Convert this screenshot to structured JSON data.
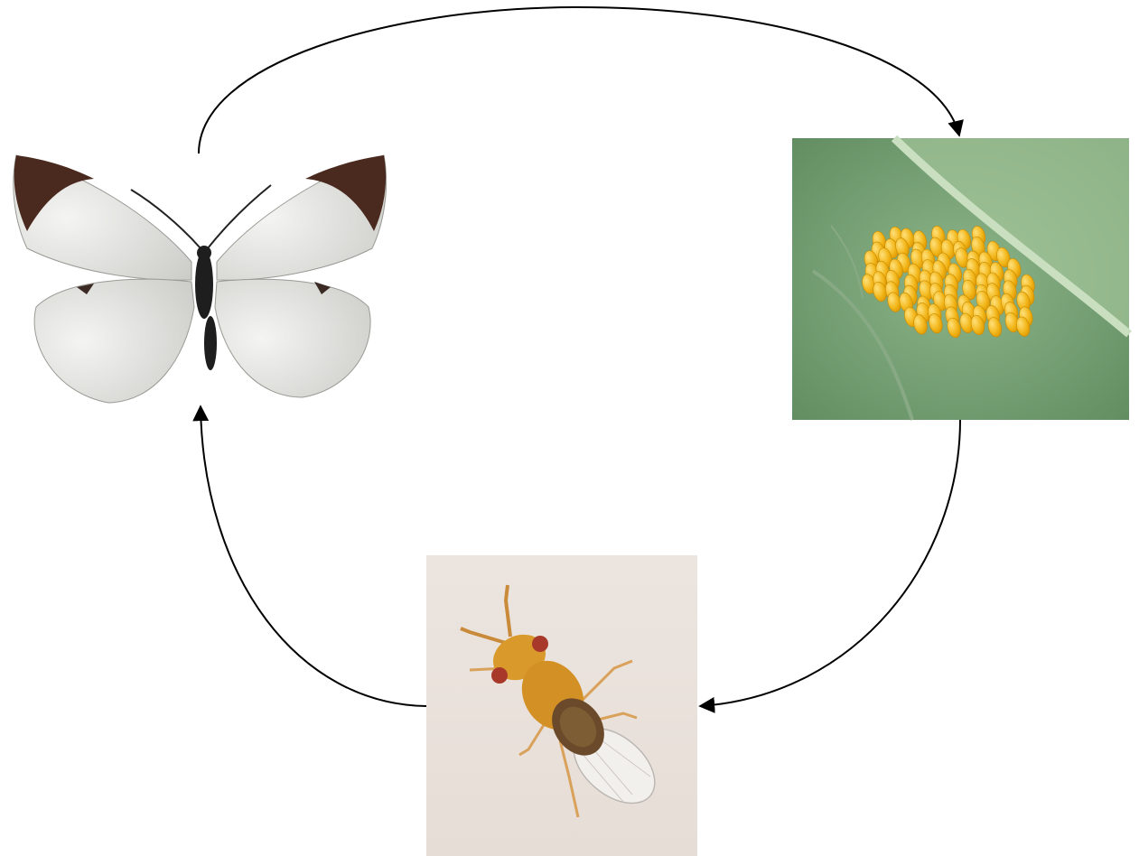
{
  "diagram": {
    "nodes": [
      {
        "id": "butterfly",
        "icon": "butterfly-photo",
        "description_shown": false
      },
      {
        "id": "eggs",
        "icon": "egg-cluster-on-leaf-photo",
        "description_shown": false
      },
      {
        "id": "wasp",
        "icon": "parasitoid-wasp-photo",
        "description_shown": false
      }
    ],
    "edges": [
      {
        "from": "butterfly",
        "to": "eggs"
      },
      {
        "from": "eggs",
        "to": "wasp"
      },
      {
        "from": "wasp",
        "to": "butterfly"
      }
    ],
    "colors": {
      "arrow": "#000000",
      "leaf": "#7aa57a",
      "egg": "#f2b619",
      "wasp_body": "#d99a2b",
      "wing_tip": "#4a2a1e",
      "background": "#ffffff"
    }
  }
}
